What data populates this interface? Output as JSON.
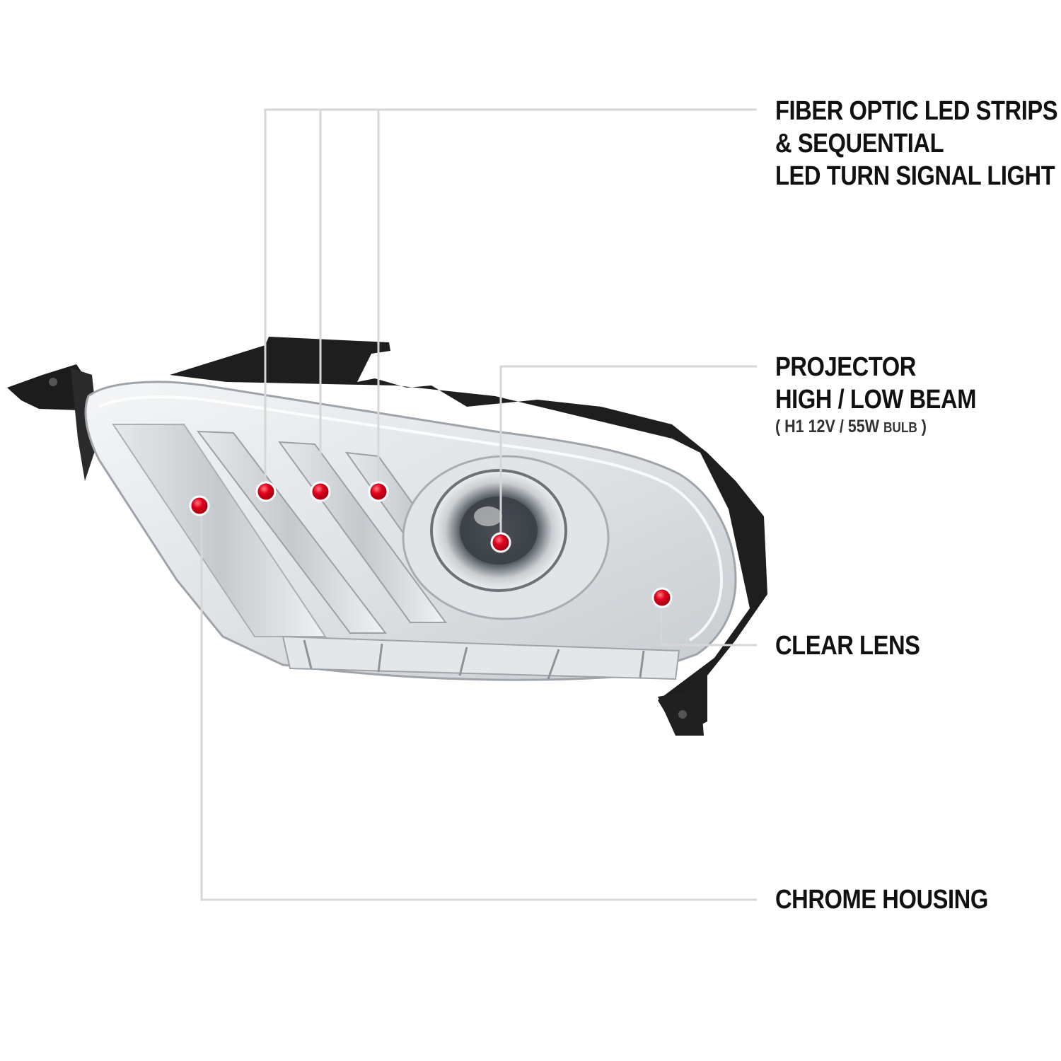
{
  "callouts": {
    "fiber": {
      "lines": [
        "FIBER OPTIC LED STRIPS",
        "& SEQUENTIAL",
        "LED TURN SIGNAL LIGHT"
      ]
    },
    "projector": {
      "lines": [
        "PROJECTOR",
        "HIGH / LOW BEAM"
      ],
      "spec_open": "(",
      "spec_main": "H1 12V / 55W",
      "spec_bulb": "BULB",
      "spec_close": ")"
    },
    "clear_lens": {
      "label": "CLEAR LENS"
    },
    "chrome_housing": {
      "label": "CHROME HOUSING"
    }
  },
  "colors": {
    "background": "#ffffff",
    "callout_line": "#d6d6d6",
    "marker": "#e0001b",
    "text": "#111111",
    "housing_black": "#1c1c1c",
    "chrome": "#d9dde0"
  }
}
